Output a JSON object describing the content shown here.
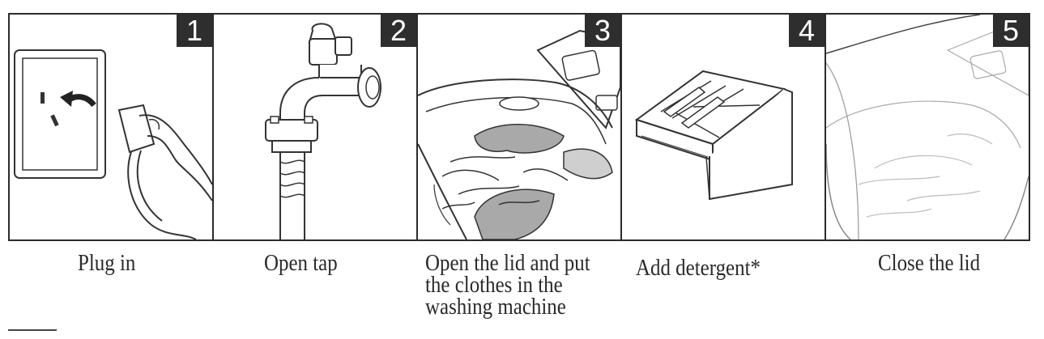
{
  "steps": [
    {
      "number": "1",
      "caption": "Plug in",
      "illustration": "plug-in-socket-illustration"
    },
    {
      "number": "2",
      "caption": "Open tap",
      "illustration": "water-tap-illustration"
    },
    {
      "number": "3",
      "caption_lines": [
        "Open the lid and put",
        "the clothes in the",
        "washing machine"
      ],
      "illustration": "washer-drum-clothes-illustration"
    },
    {
      "number": "4",
      "caption": "Add detergent*",
      "illustration": "detergent-drawer-illustration"
    },
    {
      "number": "5",
      "caption": "Close the lid",
      "illustration": "closed-lid-illustration"
    }
  ],
  "footer_fragment": "",
  "colors": {
    "border": "#2b2b2b",
    "badge": "#2e2e2e",
    "badge_text": "#ffffff",
    "clothes_gray": "#a9a9a9",
    "clothes_light": "#cfcfcf"
  }
}
